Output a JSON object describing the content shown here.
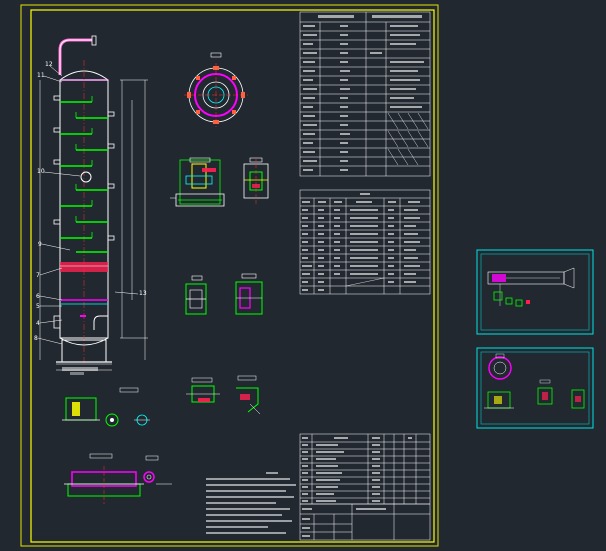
{
  "drawing": {
    "background": "#212830",
    "colors": {
      "frame": "#ffff00",
      "line": "#ffffff",
      "magenta": "#ff00ff",
      "red": "#ff2020",
      "green": "#00ff00",
      "cyan": "#00ffff",
      "dim_cyan": "#00c8c8",
      "yellow": "#ffff00"
    }
  },
  "column_callouts": [
    "12",
    "11",
    "10",
    "9",
    "7",
    "6",
    "5",
    "4",
    "8",
    "13"
  ],
  "tables": {
    "design_spec": {
      "rows": 19,
      "cols": 4,
      "icon": "spec-table-icon"
    },
    "nozzle_table": {
      "rows": 14,
      "cols": 6,
      "icon": "nozzle-table-icon"
    },
    "parts_list": {
      "rows": 11,
      "cols": 7,
      "icon": "parts-list-icon"
    }
  },
  "detail_views": [
    "flange-plan-icon",
    "support-detail-icon",
    "nozzle-detail-icon",
    "tray-detail-icon",
    "section-cc-icon"
  ],
  "side_sheets": [
    {
      "name": "side-sheet-upper",
      "caption": ""
    },
    {
      "name": "side-sheet-lower",
      "caption": ""
    }
  ]
}
